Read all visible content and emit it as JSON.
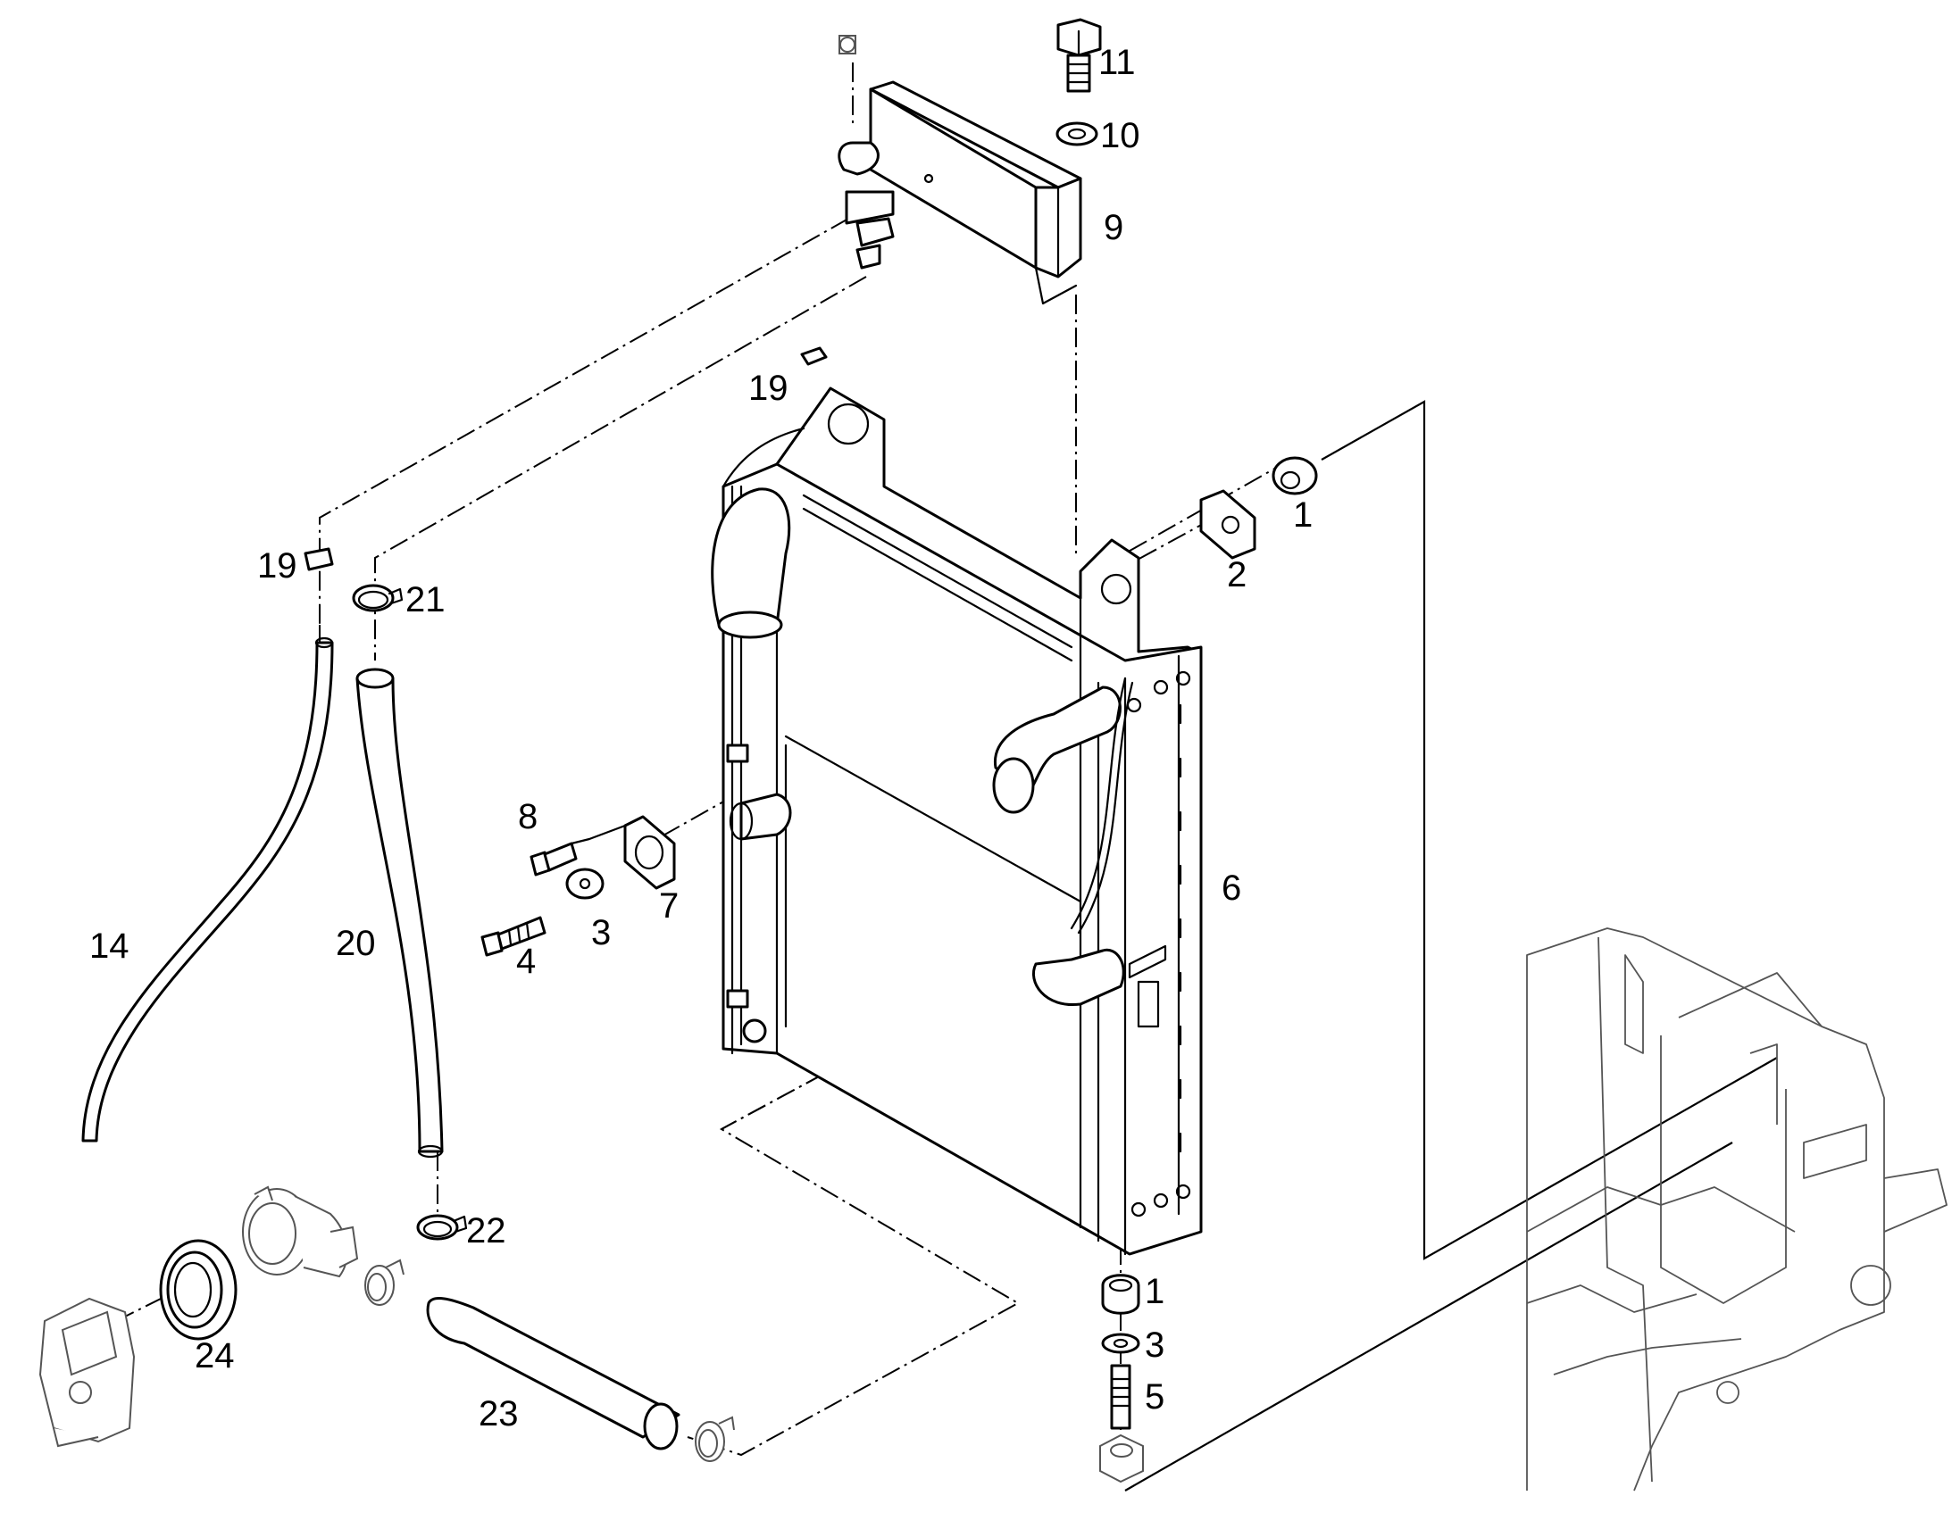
{
  "callouts": [
    {
      "id": "c11",
      "label": "11"
    },
    {
      "id": "c10",
      "label": "10"
    },
    {
      "id": "c9",
      "label": "9"
    },
    {
      "id": "c19a",
      "label": "19"
    },
    {
      "id": "c1a",
      "label": "1"
    },
    {
      "id": "c2",
      "label": "2"
    },
    {
      "id": "c19b",
      "label": "19"
    },
    {
      "id": "c21",
      "label": "21"
    },
    {
      "id": "c8",
      "label": "8"
    },
    {
      "id": "c7",
      "label": "7"
    },
    {
      "id": "c6",
      "label": "6"
    },
    {
      "id": "c3a",
      "label": "3"
    },
    {
      "id": "c4",
      "label": "4"
    },
    {
      "id": "c14",
      "label": "14"
    },
    {
      "id": "c20",
      "label": "20"
    },
    {
      "id": "c22",
      "label": "22"
    },
    {
      "id": "c24",
      "label": "24"
    },
    {
      "id": "c23",
      "label": "23"
    },
    {
      "id": "c1b",
      "label": "1"
    },
    {
      "id": "c3b",
      "label": "3"
    },
    {
      "id": "c5",
      "label": "5"
    }
  ],
  "colors": {
    "line": "#000000",
    "background": "#ffffff",
    "context_frame": "#555555"
  }
}
